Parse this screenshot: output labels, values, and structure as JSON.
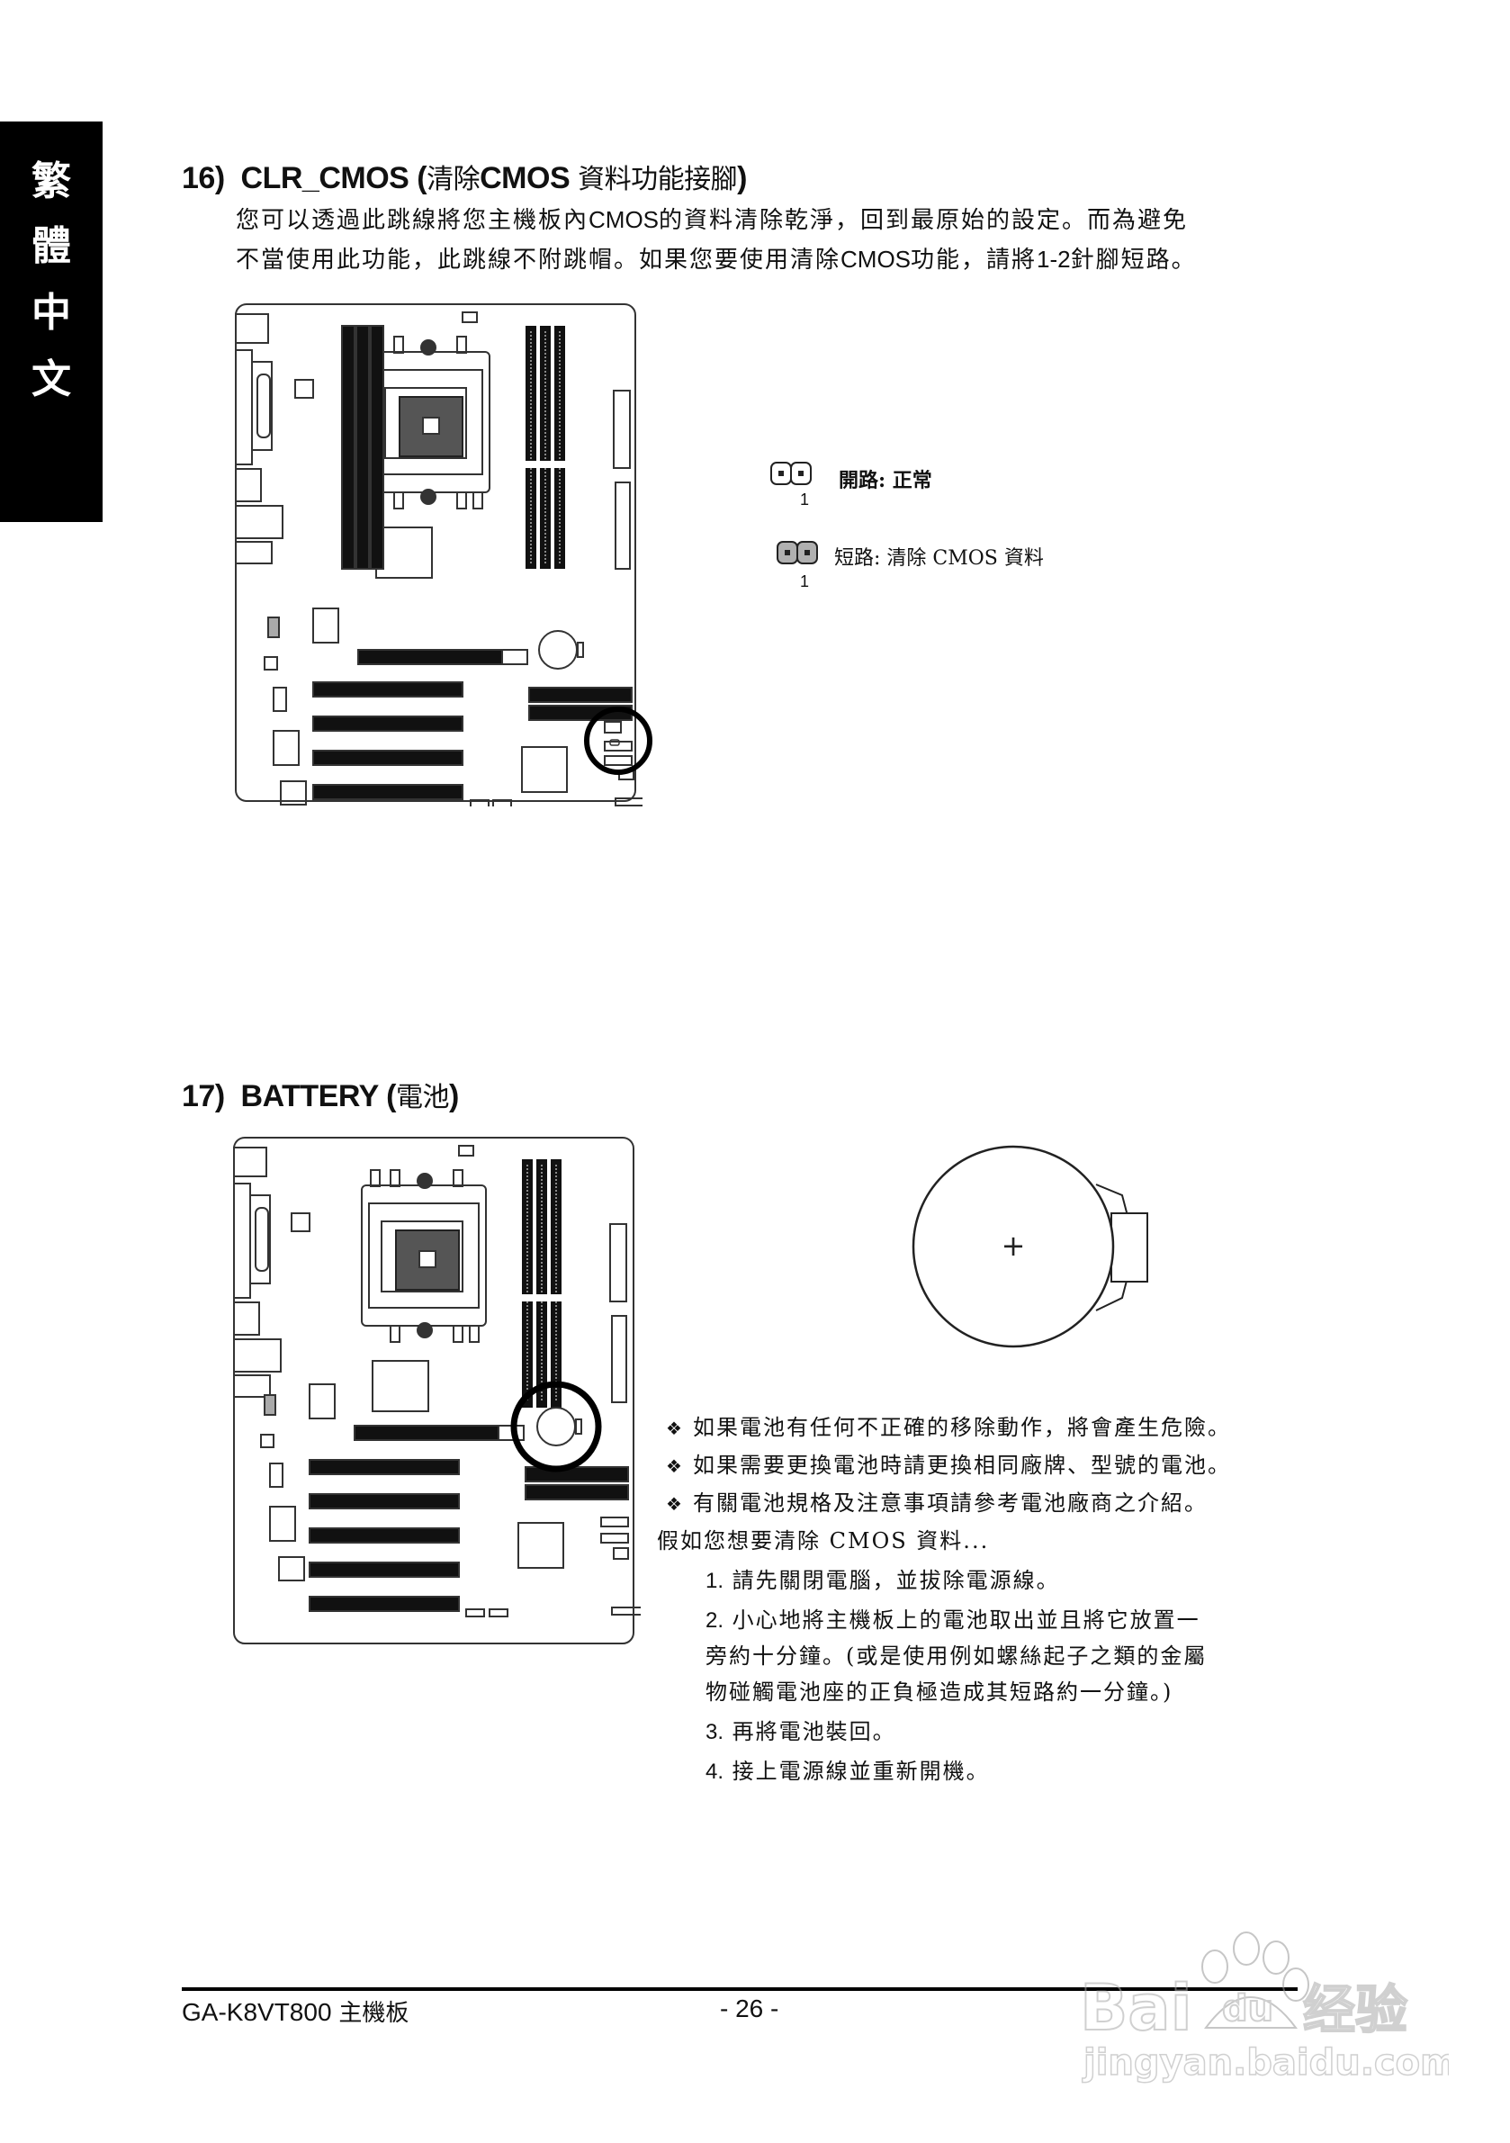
{
  "side_tab": {
    "chars": [
      "繁",
      "體",
      "中",
      "文"
    ]
  },
  "section16": {
    "number": "16)",
    "title_latin": "CLR_CMOS",
    "title_paren_open": "(",
    "title_cjk_a": "清除",
    "title_latin_b": "CMOS",
    "title_cjk_b": "資料功能接腳",
    "title_paren_close": ")",
    "para_line1_a": "您可以透過此跳線將您主機板內",
    "para_line1_b": "CMOS",
    "para_line1_c": "的資料清除乾淨，回到最原始的設定。而為避免",
    "para_line2_a": "不當使用此功能，此跳線不附跳帽。如果您要使用清除",
    "para_line2_b": "CMOS",
    "para_line2_c": "功能，請將",
    "para_line2_d": "1-2",
    "para_line2_e": "針腳短路。",
    "legend": [
      {
        "pin_label": "1",
        "text": "開路:  正常",
        "state": "open"
      },
      {
        "pin_label": "1",
        "text": "短路: 清除 CMOS 資料",
        "state": "closed"
      }
    ],
    "diagram_caption": "motherboard-clr-cmos-location"
  },
  "section17": {
    "number": "17)",
    "title_latin": "BATTERY",
    "title_paren_open": "(",
    "title_cjk": "電池",
    "title_paren_close": ")",
    "battery_symbol": "+",
    "bullets": [
      "如果電池有任何不正確的移除動作，將會產生危險。",
      "如果需要更換電池時請更換相同廠牌、型號的電池。",
      "有關電池規格及注意事項請參考電池廠商之介紹。"
    ],
    "intro": "假如您想要清除 CMOS 資料...",
    "steps": [
      {
        "num": "1.",
        "text": "請先關閉電腦，並拔除電源線。"
      },
      {
        "num": "2.",
        "text": "小心地將主機板上的電池取出並且將它放置一"
      },
      {
        "num": "",
        "text": "旁約十分鐘。(或是使用例如螺絲起子之類的金屬"
      },
      {
        "num": "",
        "text": "物碰觸電池座的正負極造成其短路約一分鐘。)"
      },
      {
        "num": "3.",
        "text": "再將電池裝回。"
      },
      {
        "num": "4.",
        "text": "接上電源線並重新開機。"
      }
    ]
  },
  "footer": {
    "model": "GA-K8VT800",
    "model_suffix": "主機板",
    "page": "- 26 -"
  },
  "watermark": {
    "brand": "Bai",
    "brand_paw": "du",
    "brand_cn": "经验",
    "url": "jingyan.baidu.com"
  },
  "colors": {
    "text": "#111111",
    "side_tab_bg": "#000000",
    "side_tab_text": "#ffffff",
    "jumper_closed_fill": "#b0b0b0",
    "watermark": "#bbbbbb"
  }
}
